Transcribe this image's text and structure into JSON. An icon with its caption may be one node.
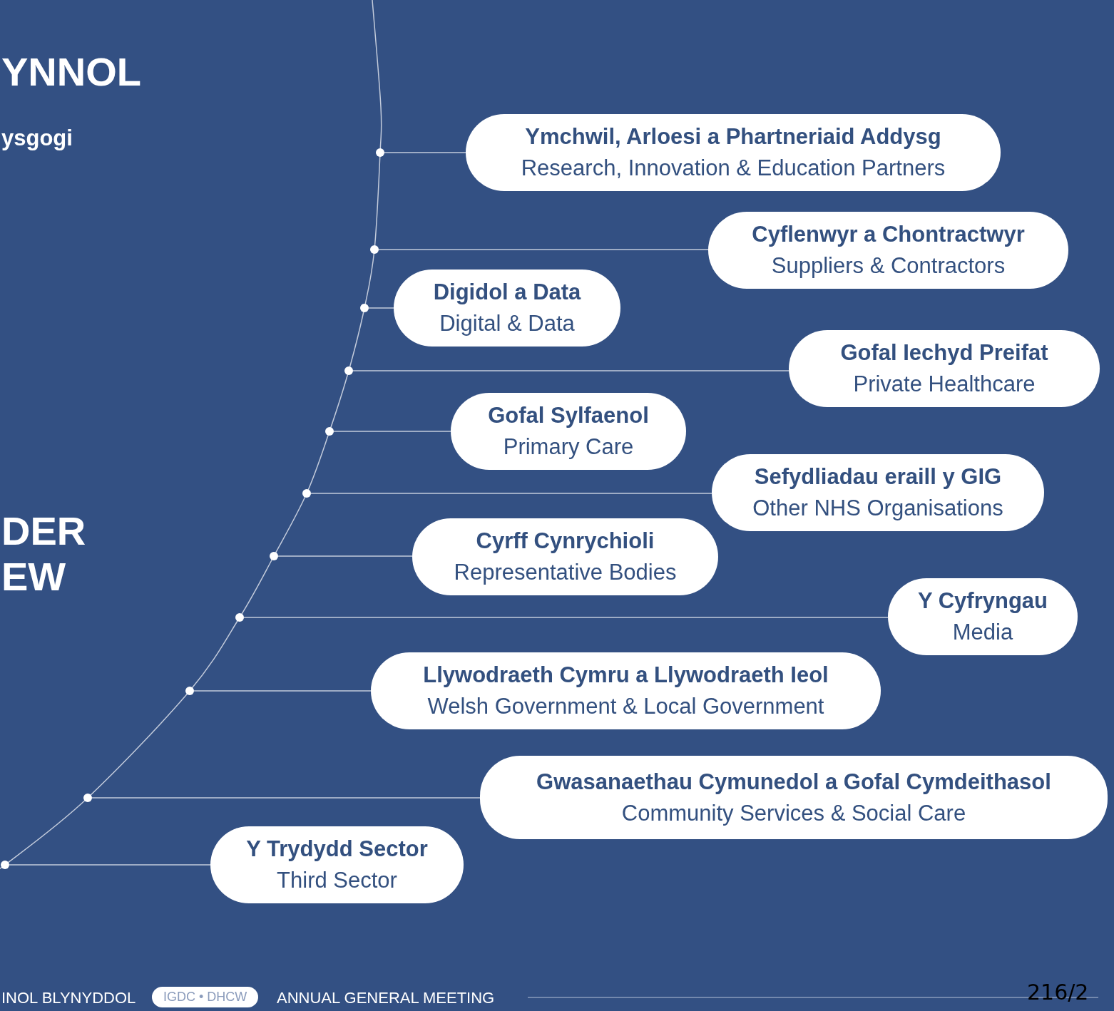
{
  "diagram": {
    "nodes": [
      {
        "text": [
          "Ymchwil, Arloesi a Phartneriaid Addysg",
          "Research, Innovation & Education Partners"
        ]
      },
      {
        "text": [
          "Cyflenwyr a Chontractwyr",
          "Suppliers & Contractors"
        ]
      },
      {
        "text": [
          "Digidol a Data",
          "Digital & Data"
        ]
      },
      {
        "text": [
          "Gofal Iechyd Preifat",
          "Private Healthcare"
        ]
      },
      {
        "text": [
          "Gofal Sylfaenol",
          "Primary Care"
        ]
      },
      {
        "text": [
          "Sefydliadau eraill y GIG",
          "Other NHS Organisations"
        ]
      },
      {
        "text": [
          "Cyrff Cynrychioli",
          "Representative Bodies"
        ]
      },
      {
        "text": [
          "Y Cyfryngau",
          "Media"
        ]
      },
      {
        "text": [
          "Llywodraeth Cymru a Llywodraeth Ieol",
          "Welsh Government & Local Government"
        ]
      },
      {
        "text": [
          "Gwasanaethau Cymunedol a Gofal Cymdeithasol",
          "Community Services & Social Care"
        ]
      },
      {
        "text": [
          "Y Trydydd Sector",
          "Third Sector"
        ]
      },
      {
        "text": [],
        "shape": "circle"
      },
      {
        "text": [],
        "shape": "circle"
      },
      {
        "text": [],
        "shape": "circle"
      },
      {
        "text": [],
        "shape": "circle"
      },
      {
        "text": [],
        "shape": "circle"
      },
      {
        "text": [],
        "shape": "circle"
      },
      {
        "text": [],
        "shape": "circle"
      },
      {
        "text": [],
        "shape": "circle"
      },
      {
        "text": [],
        "shape": "circle"
      },
      {
        "text": [],
        "shape": "circle"
      },
      {
        "text": [],
        "shape": "circle"
      }
    ],
    "edges": [
      {
        "from": 11,
        "to": 0,
        "arrow": "none"
      },
      {
        "from": 12,
        "to": 1,
        "arrow": "none"
      },
      {
        "from": 13,
        "to": 2,
        "arrow": "none"
      },
      {
        "from": 14,
        "to": 3,
        "arrow": "none"
      },
      {
        "from": 15,
        "to": 4,
        "arrow": "none"
      },
      {
        "from": 16,
        "to": 5,
        "arrow": "none"
      },
      {
        "from": 17,
        "to": 6,
        "arrow": "none"
      },
      {
        "from": 18,
        "to": 7,
        "arrow": "none"
      },
      {
        "from": 19,
        "to": 8,
        "arrow": "none"
      },
      {
        "from": 20,
        "to": 9,
        "arrow": "none"
      },
      {
        "from": 21,
        "to": 10,
        "arrow": "none"
      }
    ],
    "labels": [
      "YNNOL",
      "ysgogi",
      "DER",
      "EW",
      "INOL BLYNYDDOL",
      "IGDC • DHCW",
      "ANNUAL GENERAL MEETING",
      "216/2"
    ]
  }
}
